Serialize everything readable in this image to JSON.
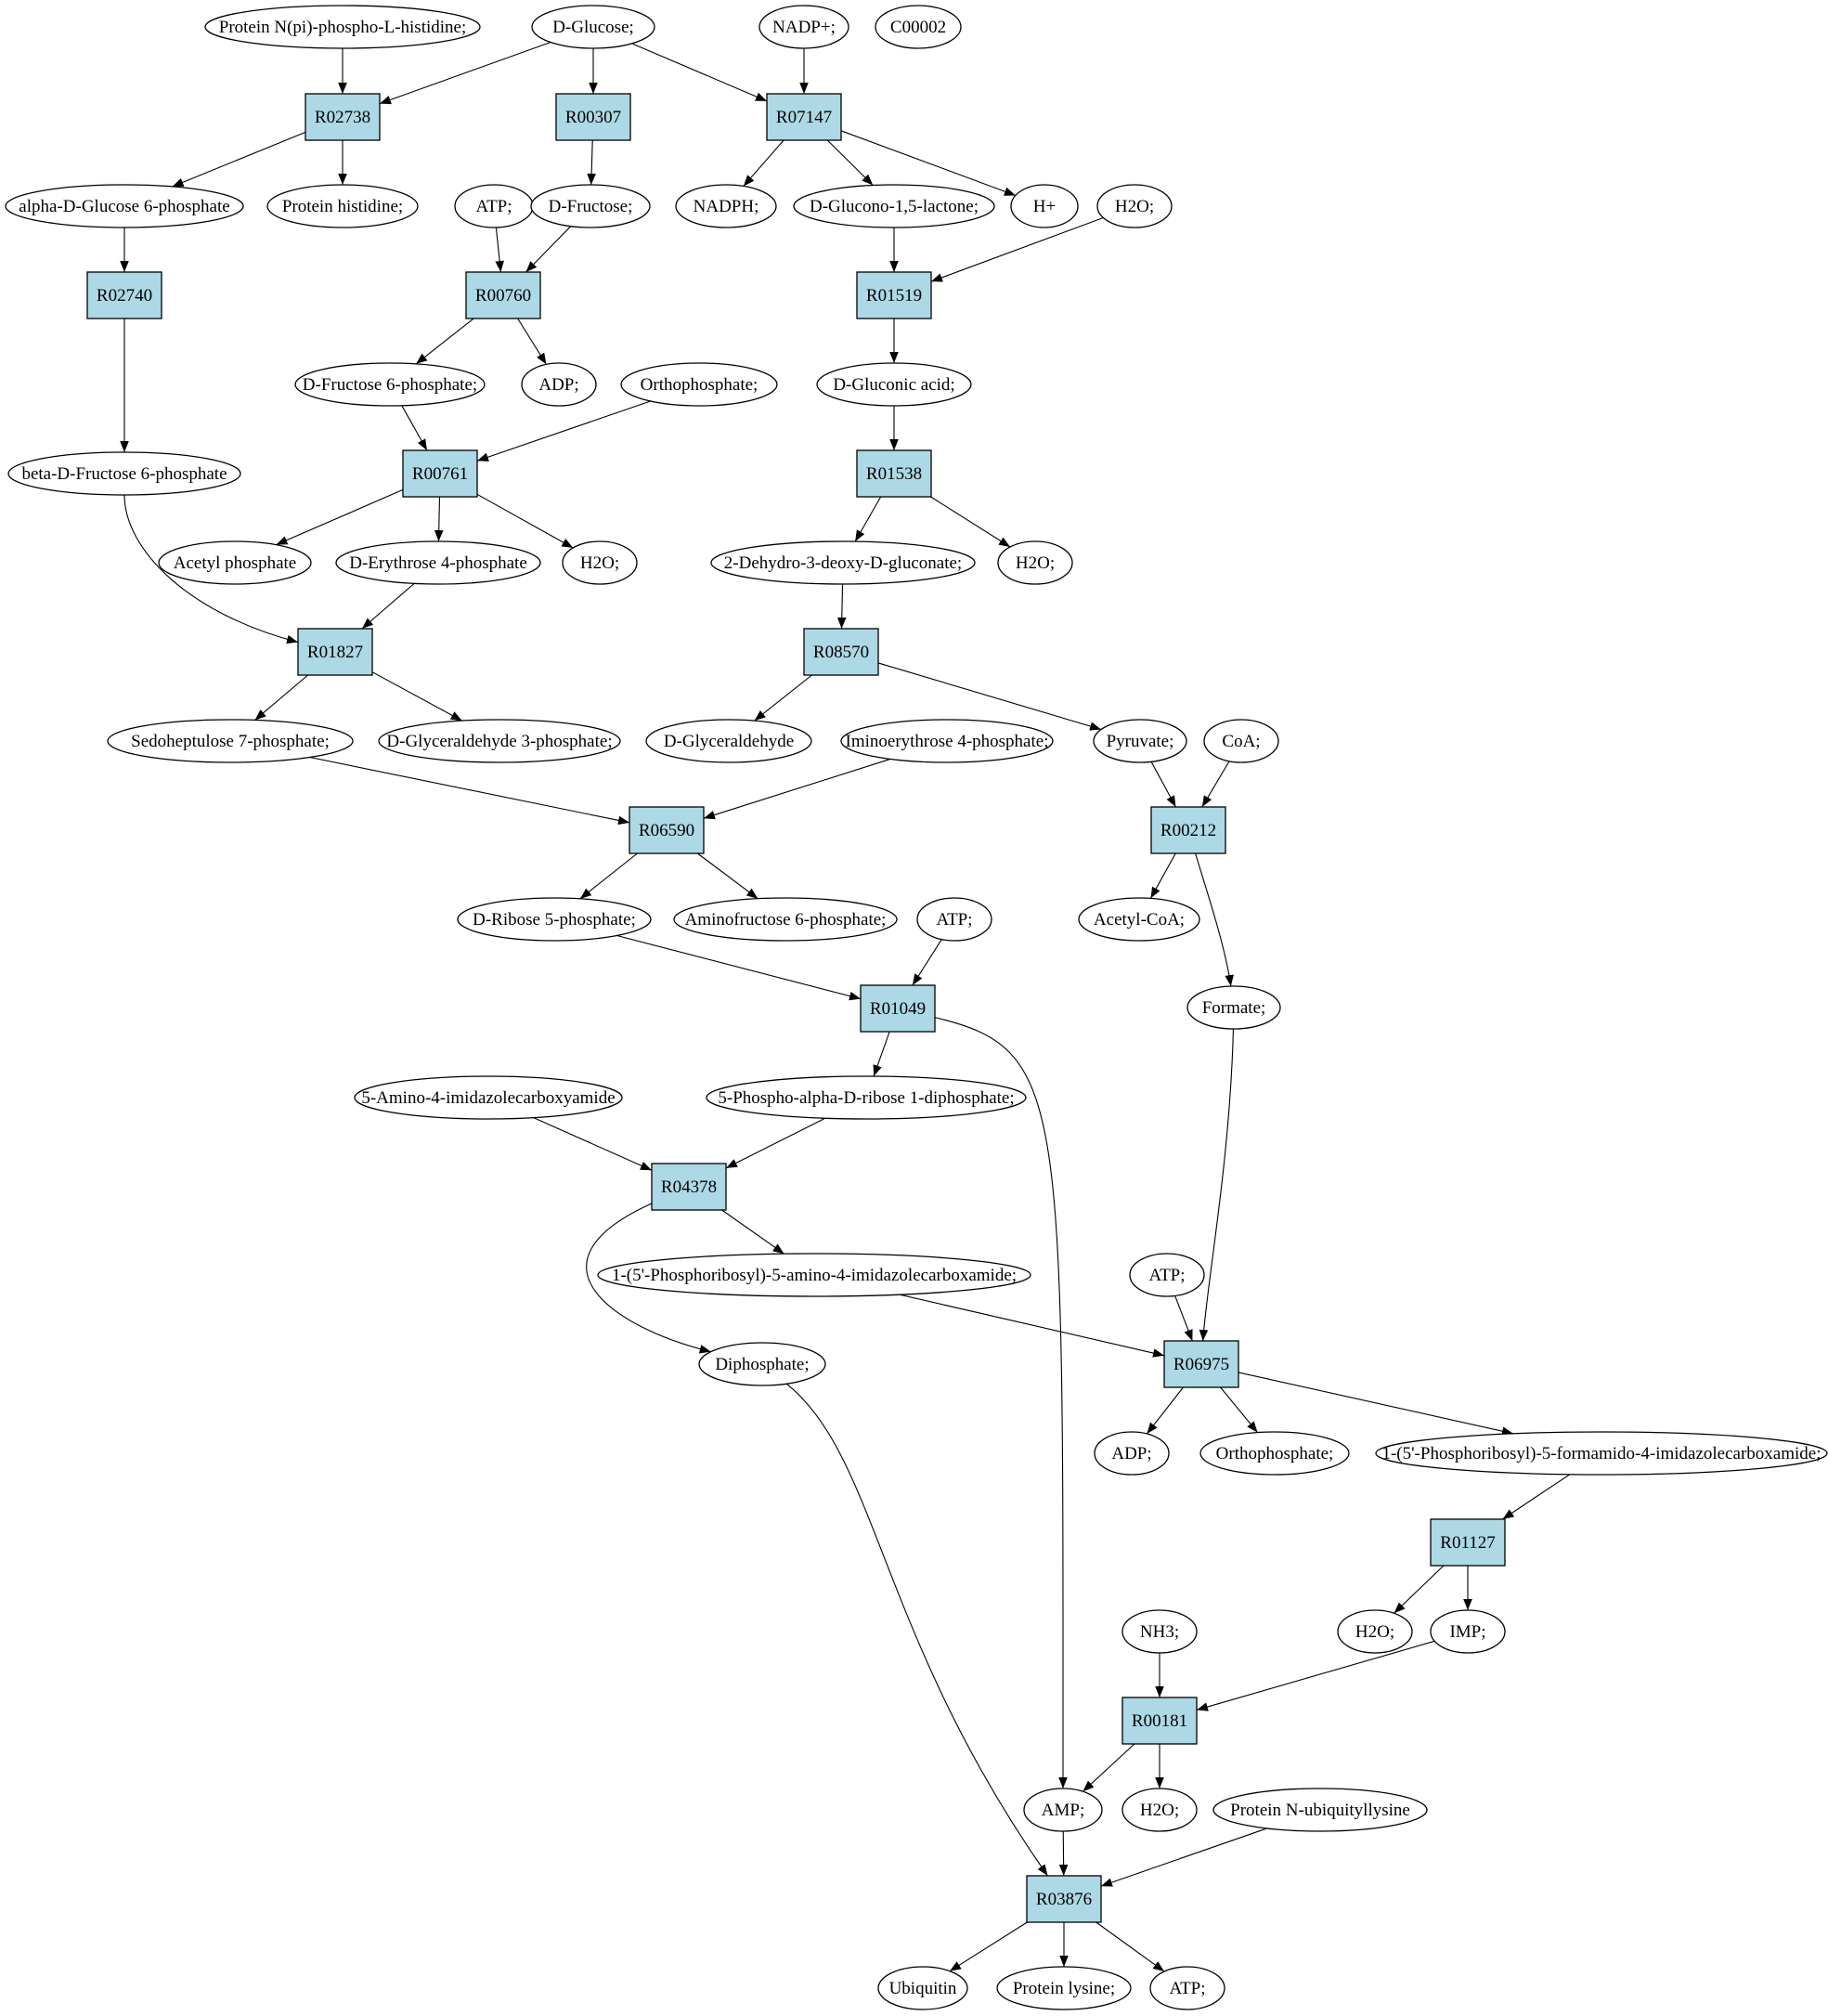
{
  "colors": {
    "reaction_fill": "#add8e6",
    "compound_fill": "#ffffff",
    "start_compound_fill": "#00ee00",
    "target_compound_fill": "#ffff00",
    "stroke": "#000000"
  },
  "reactions": [
    {
      "id": "r1",
      "label": "R02738"
    },
    {
      "id": "r2",
      "label": "R00307"
    },
    {
      "id": "r3",
      "label": "R07147"
    },
    {
      "id": "r4",
      "label": "R02740"
    },
    {
      "id": "r5",
      "label": "R00760"
    },
    {
      "id": "r6",
      "label": "R01519"
    },
    {
      "id": "r7",
      "label": "R00761"
    },
    {
      "id": "r8",
      "label": "R01538"
    },
    {
      "id": "r9",
      "label": "R01827"
    },
    {
      "id": "r10",
      "label": "R08570"
    },
    {
      "id": "r11",
      "label": "R06590"
    },
    {
      "id": "r12",
      "label": "R00212"
    },
    {
      "id": "r13",
      "label": "R01049"
    },
    {
      "id": "r14",
      "label": "R04378"
    },
    {
      "id": "r15",
      "label": "R06975"
    },
    {
      "id": "r16",
      "label": "R01127"
    },
    {
      "id": "r17",
      "label": "R00181"
    },
    {
      "id": "r18",
      "label": "R03876"
    }
  ],
  "compounds": [
    {
      "id": "c1",
      "label": "Protein N(pi)-phospho-L-histidine;"
    },
    {
      "id": "c2",
      "label": "D-Glucose;",
      "kind": "start"
    },
    {
      "id": "c3",
      "label": "NADP+;"
    },
    {
      "id": "c4",
      "label": "C00002",
      "kind": "target"
    },
    {
      "id": "c5",
      "label": "alpha-D-Glucose 6-phosphate"
    },
    {
      "id": "c6",
      "label": "Protein histidine;"
    },
    {
      "id": "c7",
      "label": "ATP;"
    },
    {
      "id": "c8",
      "label": "D-Fructose;"
    },
    {
      "id": "c9",
      "label": "NADPH;"
    },
    {
      "id": "c10",
      "label": "D-Glucono-1,5-lactone;"
    },
    {
      "id": "c11",
      "label": "H+"
    },
    {
      "id": "c12",
      "label": "H2O;"
    },
    {
      "id": "c13",
      "label": "D-Fructose 6-phosphate;"
    },
    {
      "id": "c14",
      "label": "ADP;"
    },
    {
      "id": "c15",
      "label": "Orthophosphate;"
    },
    {
      "id": "c16",
      "label": "D-Gluconic acid;"
    },
    {
      "id": "c17",
      "label": "beta-D-Fructose 6-phosphate"
    },
    {
      "id": "c18",
      "label": "Acetyl phosphate"
    },
    {
      "id": "c19",
      "label": "D-Erythrose 4-phosphate"
    },
    {
      "id": "c20",
      "label": "H2O;"
    },
    {
      "id": "c21",
      "label": "2-Dehydro-3-deoxy-D-gluconate;"
    },
    {
      "id": "c22",
      "label": "H2O;"
    },
    {
      "id": "c23",
      "label": "Sedoheptulose 7-phosphate;"
    },
    {
      "id": "c24",
      "label": "D-Glyceraldehyde 3-phosphate;"
    },
    {
      "id": "c25",
      "label": "D-Glyceraldehyde"
    },
    {
      "id": "c26",
      "label": "Iminoerythrose 4-phosphate;"
    },
    {
      "id": "c27",
      "label": "Pyruvate;"
    },
    {
      "id": "c28",
      "label": "CoA;"
    },
    {
      "id": "c29",
      "label": "D-Ribose 5-phosphate;"
    },
    {
      "id": "c30",
      "label": "Aminofructose 6-phosphate;"
    },
    {
      "id": "c31",
      "label": "ATP;"
    },
    {
      "id": "c32",
      "label": "Acetyl-CoA;"
    },
    {
      "id": "c33",
      "label": "Formate;"
    },
    {
      "id": "c34",
      "label": "5-Amino-4-imidazolecarboxyamide"
    },
    {
      "id": "c35",
      "label": "5-Phospho-alpha-D-ribose 1-diphosphate;"
    },
    {
      "id": "c36",
      "label": "1-(5'-Phosphoribosyl)-5-amino-4-imidazolecarboxamide;"
    },
    {
      "id": "c37",
      "label": "ATP;"
    },
    {
      "id": "c38",
      "label": "Diphosphate;"
    },
    {
      "id": "c39",
      "label": "ADP;"
    },
    {
      "id": "c40",
      "label": "Orthophosphate;"
    },
    {
      "id": "c41",
      "label": "1-(5'-Phosphoribosyl)-5-formamido-4-imidazolecarboxamide;"
    },
    {
      "id": "c42",
      "label": "H2O;"
    },
    {
      "id": "c43",
      "label": "IMP;"
    },
    {
      "id": "c44",
      "label": "NH3;"
    },
    {
      "id": "c45",
      "label": "AMP;"
    },
    {
      "id": "c46",
      "label": "H2O;"
    },
    {
      "id": "c47",
      "label": "Protein N-ubiquityllysine"
    },
    {
      "id": "c48",
      "label": "Ubiquitin"
    },
    {
      "id": "c49",
      "label": "Protein lysine;"
    },
    {
      "id": "c50",
      "label": "ATP;"
    }
  ],
  "edges": [
    [
      "c1",
      "r1"
    ],
    [
      "c2",
      "r1"
    ],
    [
      "c2",
      "r2"
    ],
    [
      "c2",
      "r3"
    ],
    [
      "c3",
      "r3"
    ],
    [
      "r1",
      "c5"
    ],
    [
      "r1",
      "c6"
    ],
    [
      "r2",
      "c8"
    ],
    [
      "r3",
      "c9"
    ],
    [
      "r3",
      "c10"
    ],
    [
      "r3",
      "c11"
    ],
    [
      "c5",
      "r4"
    ],
    [
      "c7",
      "r5"
    ],
    [
      "c8",
      "r5"
    ],
    [
      "c10",
      "r6"
    ],
    [
      "c12",
      "r6"
    ],
    [
      "r4",
      "c17"
    ],
    [
      "r5",
      "c13"
    ],
    [
      "r5",
      "c14"
    ],
    [
      "r6",
      "c16"
    ],
    [
      "c13",
      "r7"
    ],
    [
      "c15",
      "r7"
    ],
    [
      "c16",
      "r8"
    ],
    [
      "r7",
      "c18"
    ],
    [
      "r7",
      "c19"
    ],
    [
      "r7",
      "c20"
    ],
    [
      "r8",
      "c21"
    ],
    [
      "r8",
      "c22"
    ],
    [
      "c17",
      "r9"
    ],
    [
      "c19",
      "r9"
    ],
    [
      "c21",
      "r10"
    ],
    [
      "r9",
      "c23"
    ],
    [
      "r9",
      "c24"
    ],
    [
      "r10",
      "c25"
    ],
    [
      "r10",
      "c27"
    ],
    [
      "c23",
      "r11"
    ],
    [
      "c26",
      "r11"
    ],
    [
      "c27",
      "r12"
    ],
    [
      "c28",
      "r12"
    ],
    [
      "r11",
      "c29"
    ],
    [
      "r11",
      "c30"
    ],
    [
      "r12",
      "c32"
    ],
    [
      "r12",
      "c33"
    ],
    [
      "c29",
      "r13"
    ],
    [
      "c31",
      "r13"
    ],
    [
      "r13",
      "c35"
    ],
    [
      "r13",
      "c45"
    ],
    [
      "c34",
      "r14"
    ],
    [
      "c35",
      "r14"
    ],
    [
      "r14",
      "c36"
    ],
    [
      "r14",
      "c38"
    ],
    [
      "c36",
      "r15"
    ],
    [
      "c37",
      "r15"
    ],
    [
      "c33",
      "r15"
    ],
    [
      "r15",
      "c39"
    ],
    [
      "r15",
      "c40"
    ],
    [
      "r15",
      "c41"
    ],
    [
      "c41",
      "r16"
    ],
    [
      "r16",
      "c42"
    ],
    [
      "r16",
      "c43"
    ],
    [
      "c44",
      "r17"
    ],
    [
      "c43",
      "r17"
    ],
    [
      "r17",
      "c45"
    ],
    [
      "r17",
      "c46"
    ],
    [
      "c45",
      "r18"
    ],
    [
      "c38",
      "r18"
    ],
    [
      "c47",
      "r18"
    ],
    [
      "r18",
      "c48"
    ],
    [
      "r18",
      "c49"
    ],
    [
      "r18",
      "c50"
    ]
  ]
}
